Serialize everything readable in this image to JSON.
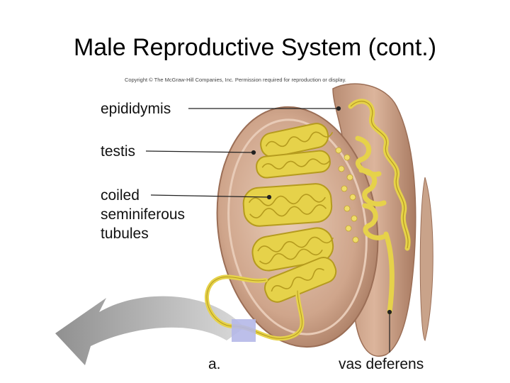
{
  "slide": {
    "title": "Male Reproductive System (cont.)",
    "copyright": "Copyright © The McGraw-Hill Companies, Inc. Permission required for reproduction or display."
  },
  "labels": {
    "epididymis": "epididymis",
    "testis": "testis",
    "coiled_seminiferous_tubules": [
      "coiled",
      "seminiferous",
      "tubules"
    ],
    "panel": "a.",
    "vas_deferens": "vas deferens"
  },
  "colors": {
    "tissue": "#c9a38a",
    "tissue_dark": "#a57a62",
    "tubule": "#e6d24a",
    "tubule_outline": "#b59b1e",
    "arrow": "#9e9e9e",
    "inset_box": "#b5b8e8"
  }
}
